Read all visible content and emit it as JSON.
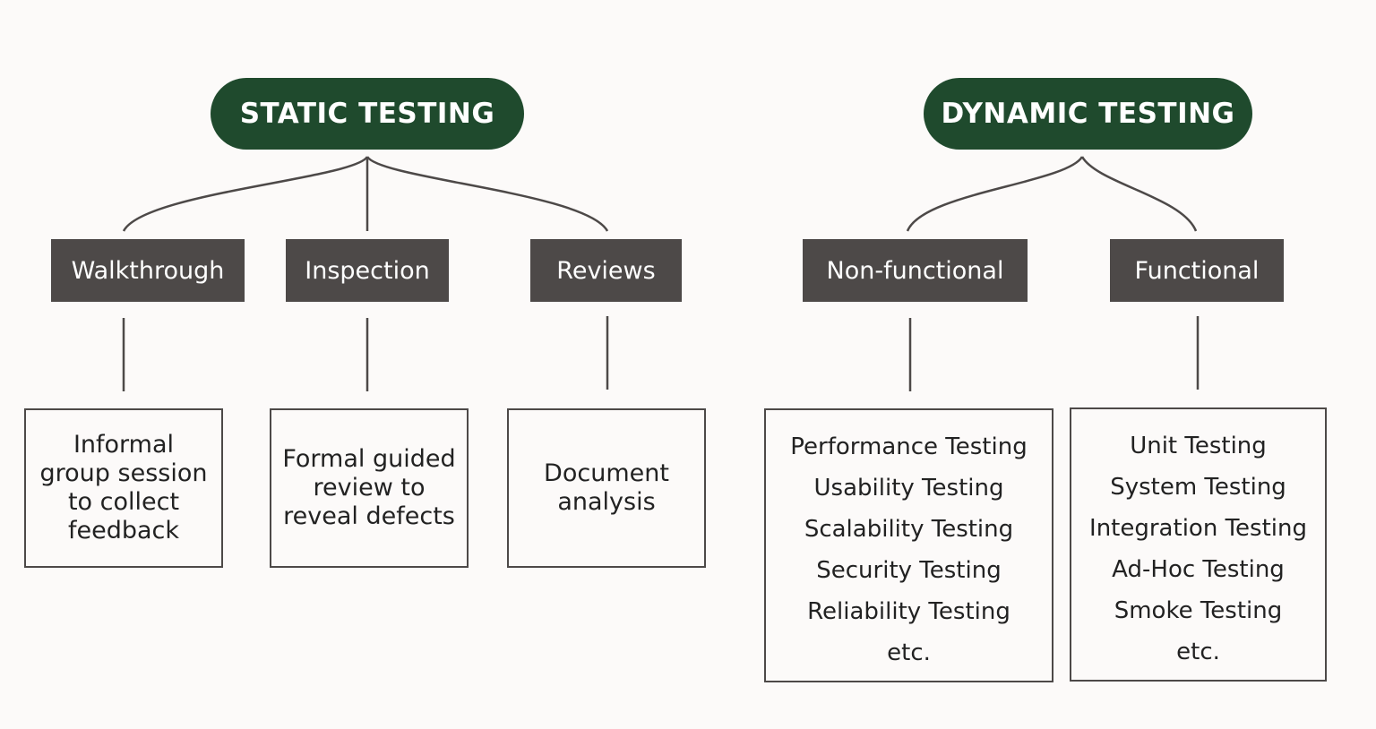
{
  "static": {
    "title": "STATIC TESTING",
    "walkthrough": {
      "label": "Walkthrough",
      "description": [
        "Informal",
        "group session",
        "to collect",
        "feedback"
      ]
    },
    "inspection": {
      "label": "Inspection",
      "description": [
        "Formal guided",
        "review to",
        "reveal defects"
      ]
    },
    "reviews": {
      "label": "Reviews",
      "description": [
        "Document",
        "analysis"
      ]
    }
  },
  "dynamic": {
    "title": "DYNAMIC TESTING",
    "non_functional": {
      "label": "Non-functional",
      "items": [
        "Performance Testing",
        "Usability Testing",
        "Scalability Testing",
        "Security Testing",
        "Reliability Testing",
        "etc."
      ]
    },
    "functional": {
      "label": "Functional",
      "items": [
        "Unit Testing",
        "System Testing",
        "Integration Testing",
        "Ad-Hoc Testing",
        "Smoke Testing",
        "etc."
      ]
    }
  },
  "colors": {
    "root_fill": "#1f4a2d",
    "category_fill": "#4d4948",
    "line": "#4d4948",
    "background": "#fcfaf9"
  }
}
